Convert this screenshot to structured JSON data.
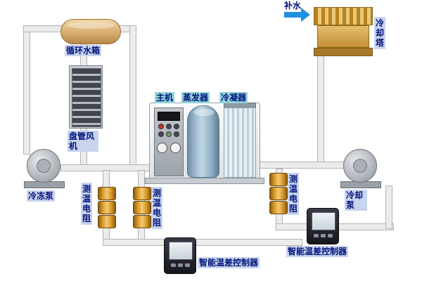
{
  "components": {
    "makeup_water": {
      "label": "补水"
    },
    "cooling_tower": {
      "label": "冷却塔"
    },
    "circulation_tank": {
      "label": "循环水箱"
    },
    "fan_coil": {
      "label": "盘管风机"
    },
    "chiller": {
      "main_unit": "主机",
      "evaporator": "蒸发器",
      "condenser": "冷凝器"
    },
    "chilled_pump": {
      "label": "冷冻泵"
    },
    "cooling_pump": {
      "label": "冷却泵"
    },
    "temp_sensor": {
      "label": "测温电阻"
    },
    "controller": {
      "label": "智能温差控制器"
    }
  },
  "colors": {
    "pipe": "#ececec",
    "pipe_border": "#b3b3b3",
    "tank_tan": "#dcb478",
    "tower_gold": "#d4a14a",
    "sensor_gold": "#d99a28",
    "evaporator_blue": "#a8c4d6",
    "arrow_blue": "#1f8fe0",
    "label_bg": "#c9d4ee",
    "label_text": "#00127a",
    "chiller_label_bg": "#92d4da",
    "controller_body": "#1f1f2a"
  }
}
